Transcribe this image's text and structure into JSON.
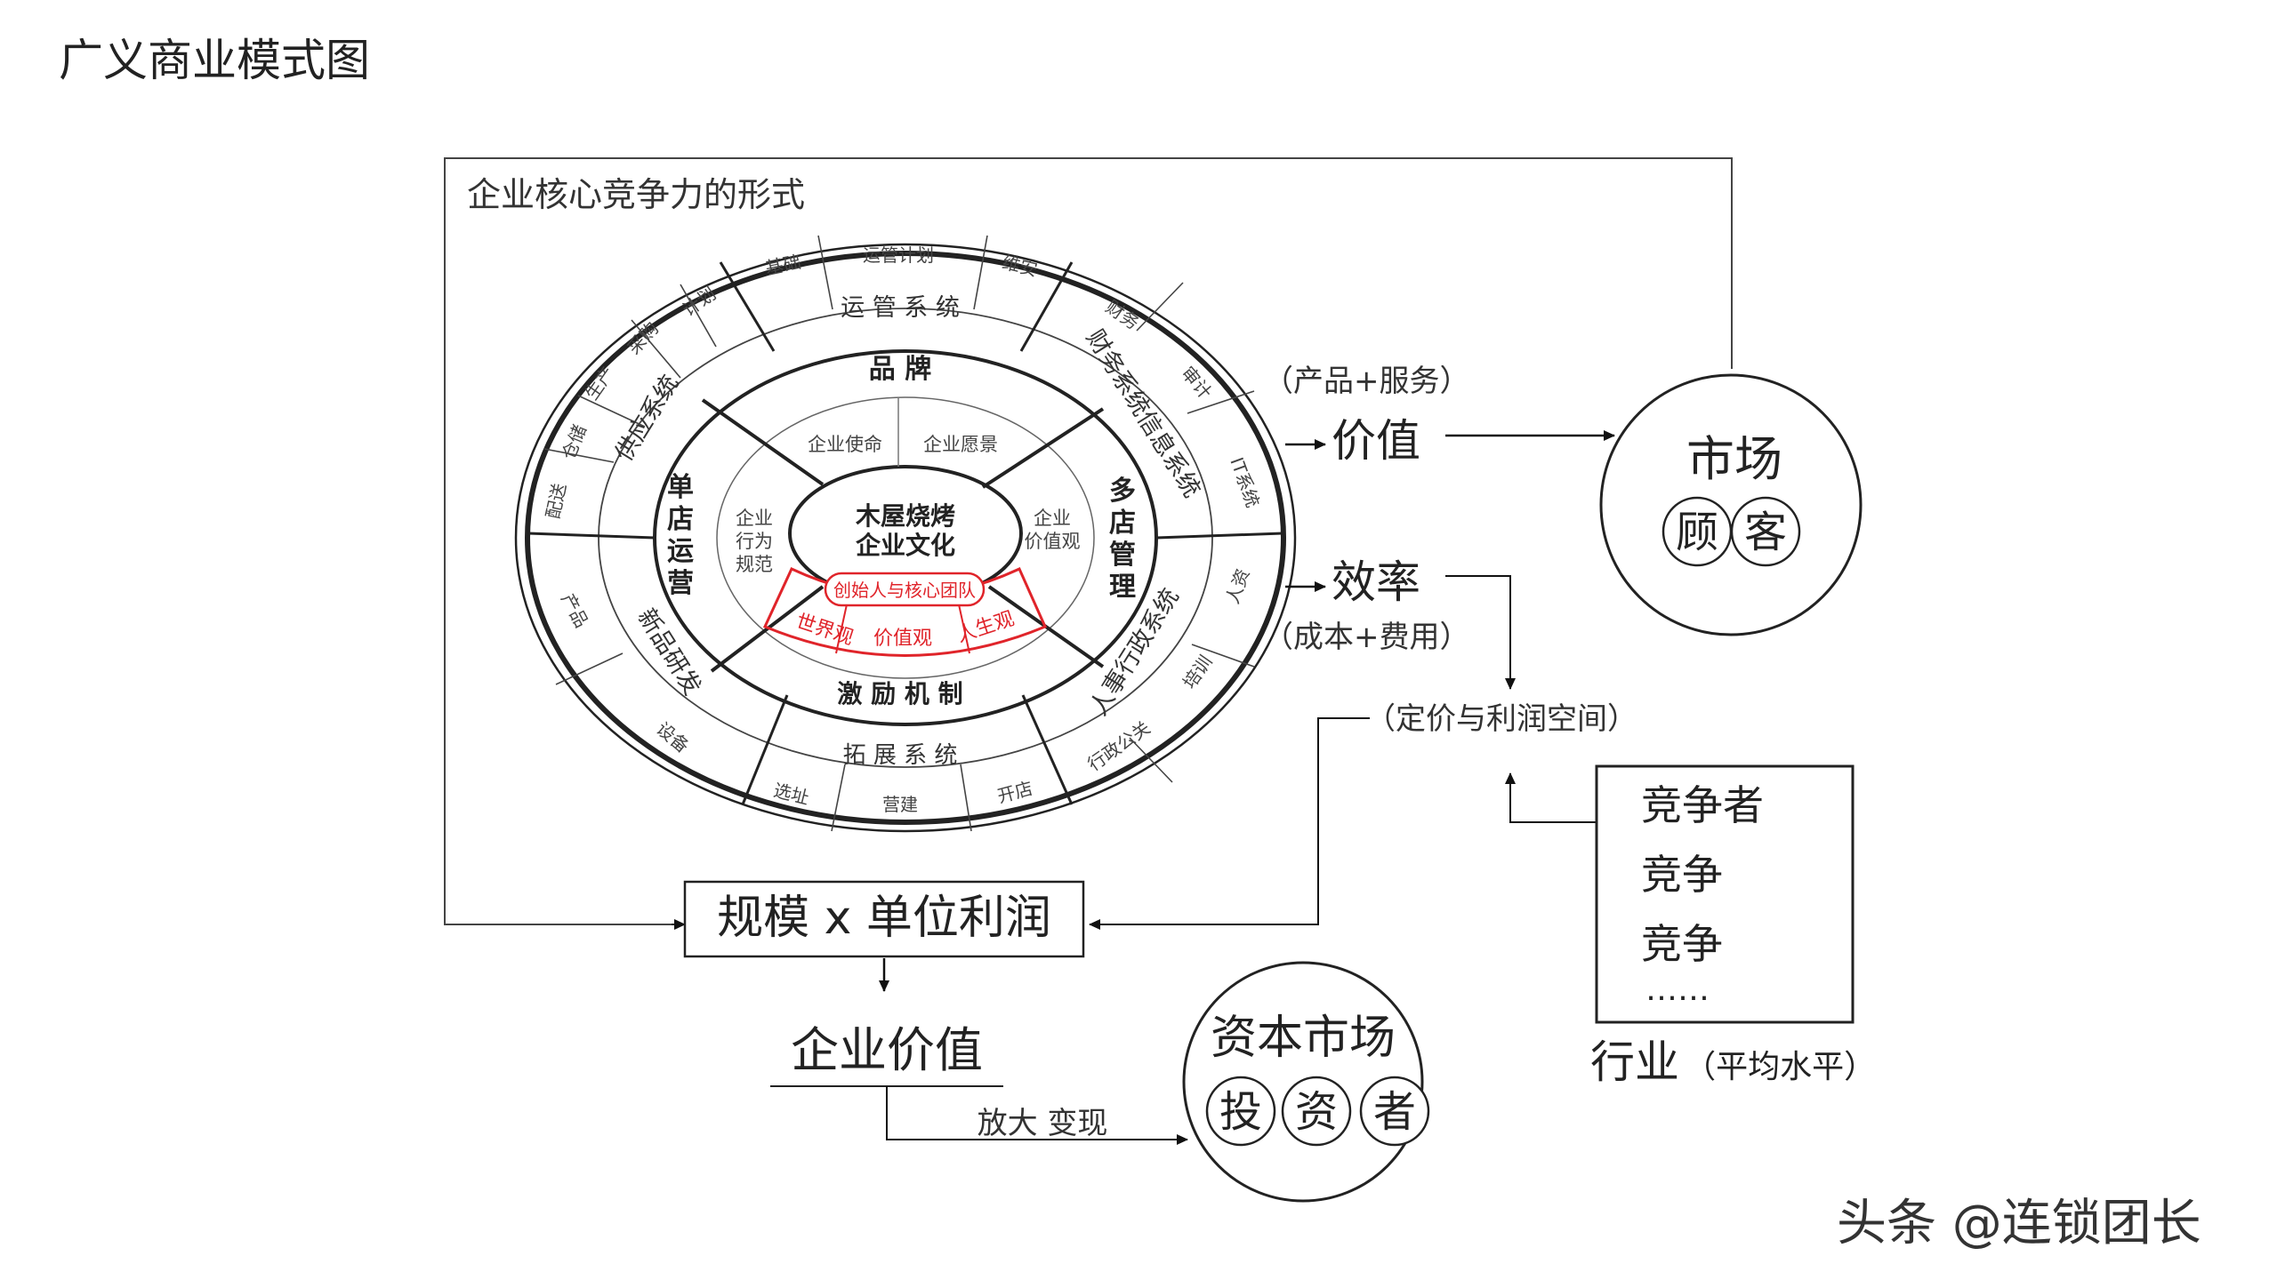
{
  "page_title": "广义商业模式图",
  "frame": {
    "title": "企业核心竞争力的形式"
  },
  "wheel": {
    "core": {
      "line1": "木屋烧烤",
      "line2": "企业文化"
    },
    "team": {
      "label": "创始人与核心团队",
      "items": [
        "世界观",
        "价值观",
        "人生观"
      ],
      "color": "#e0242a"
    },
    "inner_ring": [
      "企业使命",
      "企业愿景",
      "企业价值观",
      "企业行为规范"
    ],
    "quadrants": {
      "top": "品 牌",
      "right": "多店管理",
      "bottom": "激 励 机 制",
      "left": "单店运营"
    },
    "systems": [
      "运 管 系 统",
      "财务系统信息系统",
      "人事行政系统",
      "拓 展 系 统",
      "新品研发",
      "供应系统"
    ],
    "outer_items": [
      "基础",
      "运管计划",
      "维安",
      "财务",
      "审计",
      "IT系统",
      "人资",
      "培训",
      "行政公关",
      "开店",
      "营建",
      "选址",
      "设备",
      "产品",
      "配送",
      "仓储",
      "生产",
      "采购",
      "计划"
    ]
  },
  "flow": {
    "value_note": "（产品+服务）",
    "value": "价值",
    "efficiency": "效率",
    "efficiency_note": "（成本+费用）",
    "pricing": "（定价与利润空间）",
    "formula": "规模 x 单位利润",
    "enterprise_value": "企业价值",
    "amplify": "放大 变现"
  },
  "market": {
    "title": "市场",
    "chars": [
      "顾",
      "客"
    ]
  },
  "capital": {
    "title": "资本市场",
    "chars": [
      "投",
      "资",
      "者"
    ]
  },
  "industry": {
    "items": [
      "竞争者",
      "竞争",
      "竞争",
      "……"
    ],
    "label": "行业",
    "note": "（平均水平）"
  },
  "watermark": "头条 @连锁团长"
}
